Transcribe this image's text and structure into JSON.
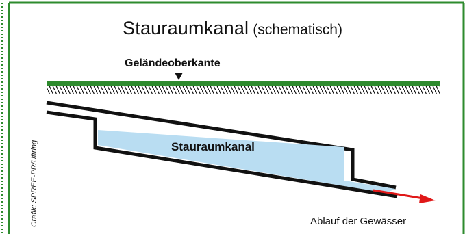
{
  "title": {
    "main": "Stauraumkanal",
    "sub": "(schematisch)"
  },
  "terrain": {
    "label": "Geländeoberkante"
  },
  "channel": {
    "label": "Stauraumkanal"
  },
  "outflow": {
    "label": "Ablauf der Gewässer"
  },
  "credit": {
    "text": "Grafik: SPREE-PR/Uftring"
  },
  "colors": {
    "frame": "#2e8b2e",
    "terrain_line": "#2d8a2d",
    "water": "#b9ddf2",
    "pipe": "#111111",
    "arrow": "#e01818"
  },
  "icons": {
    "terrain_marker": "down-triangle-icon",
    "outflow_arrow": "arrow-right-icon"
  }
}
